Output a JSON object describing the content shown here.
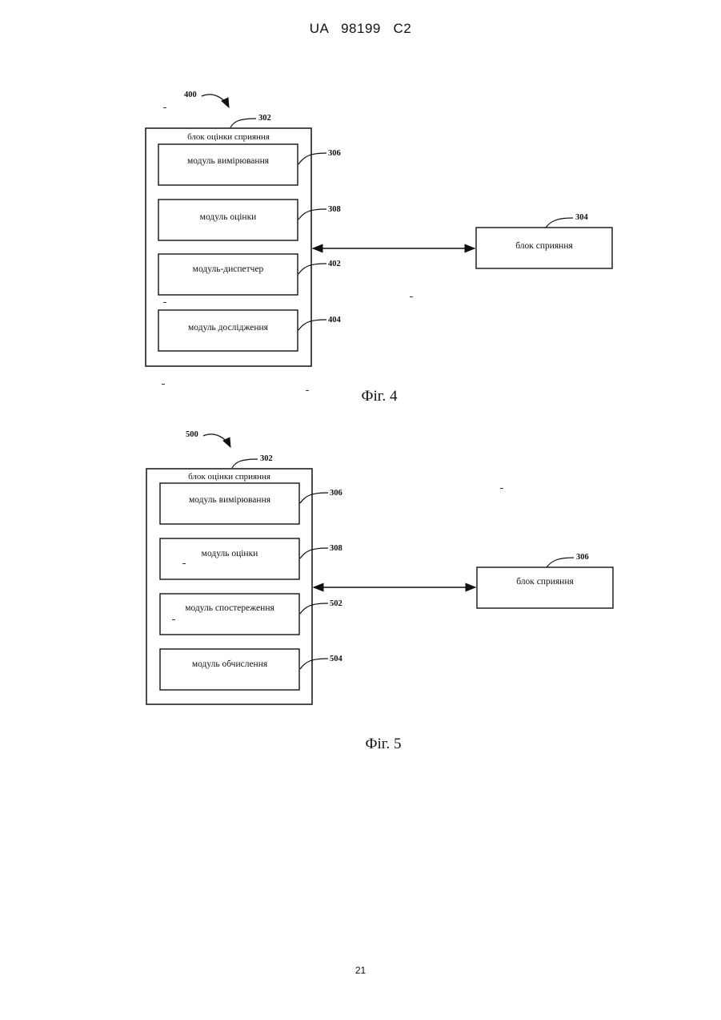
{
  "header": "UA   98199   C2",
  "page_number": "21",
  "figures": [
    {
      "caption": "Фіг. 4",
      "ref": "400",
      "outer": {
        "title": "блок оцінки сприяння",
        "ref": "302"
      },
      "modules": [
        {
          "label": "модуль вимірювання",
          "ref": "306"
        },
        {
          "label": "модуль оцінки",
          "ref": "308"
        },
        {
          "label": "модуль-диспетчер",
          "ref": "402"
        },
        {
          "label": "модуль дослідження",
          "ref": "404"
        }
      ],
      "external": {
        "label": "блок сприяння",
        "ref": "304"
      }
    },
    {
      "caption": "Фіг. 5",
      "ref": "500",
      "outer": {
        "title": "блок оцінки сприяння",
        "ref": "302"
      },
      "modules": [
        {
          "label": "модуль вимірювання",
          "ref": "306"
        },
        {
          "label": "модуль оцінки",
          "ref": "308"
        },
        {
          "label": "модуль спостереження",
          "ref": "502"
        },
        {
          "label": "модуль обчислення",
          "ref": "504"
        }
      ],
      "external": {
        "label": "блок сприяння",
        "ref": "306"
      }
    }
  ]
}
